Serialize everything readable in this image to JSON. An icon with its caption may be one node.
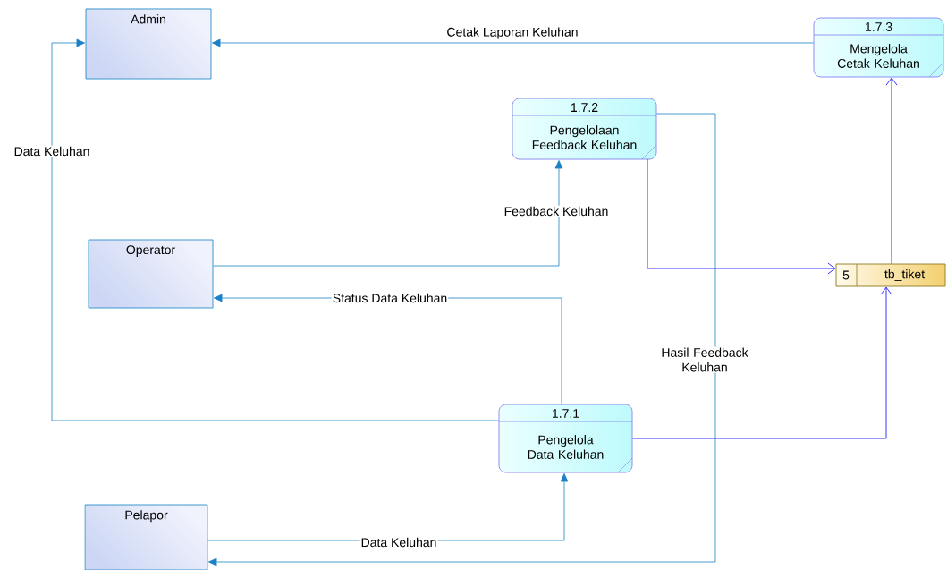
{
  "diagram": {
    "nodes": [
      {
        "text": [
          "Admin"
        ]
      },
      {
        "text": [
          "1.7.3",
          "Mengelola Cetak Keluhan"
        ]
      },
      {
        "text": [
          "1.7.2",
          "Pengelolaan Feedback Keluhan"
        ]
      },
      {
        "text": [
          "Operator"
        ]
      },
      {
        "text": [
          "5",
          "tb_tiket"
        ]
      },
      {
        "text": [
          "1.7.1",
          "Pengelola Data Keluhan"
        ]
      },
      {
        "text": [
          "Pelapor"
        ]
      }
    ],
    "edges": [
      {
        "from": 1,
        "to": 0,
        "arrow": "to",
        "label": "Cetak Laporan Keluhan"
      },
      {
        "from": 5,
        "to": 0,
        "arrow": "to",
        "label": "Data Keluhan"
      },
      {
        "from": 3,
        "to": 2,
        "arrow": "to",
        "label": "Feedback Keluhan"
      },
      {
        "from": 5,
        "to": 3,
        "arrow": "to",
        "label": "Status Data Keluhan"
      },
      {
        "from": 2,
        "to": 4,
        "arrow": "to",
        "color": "#0000ff"
      },
      {
        "from": 4,
        "to": 1,
        "arrow": "to",
        "color": "#0000ff"
      },
      {
        "from": 5,
        "to": 4,
        "arrow": "to",
        "color": "#0000ff"
      },
      {
        "from": 6,
        "to": 5,
        "arrow": "to",
        "label": "Data Keluhan"
      },
      {
        "from": 2,
        "to": 6,
        "arrow": "to",
        "label": "Hasil Feedback Keluhan"
      }
    ]
  }
}
